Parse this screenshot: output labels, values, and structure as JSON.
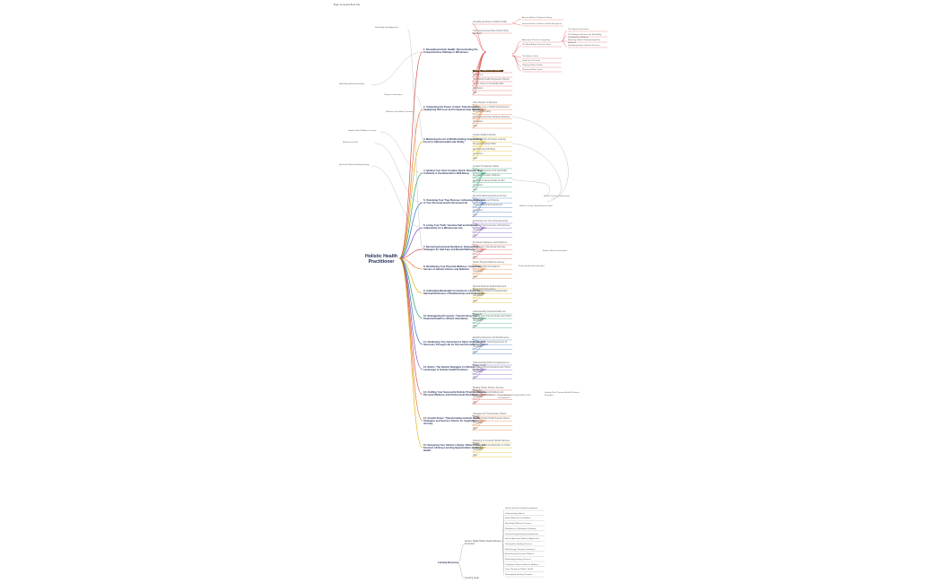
{
  "root": {
    "label": "Holistic Health Practitioner"
  },
  "colors": {
    "ch1": "#d9534f",
    "ch2": "#e8772e",
    "ch3": "#e0b41a",
    "ch4": "#2aa36b",
    "ch5": "#3a6fc4",
    "ch6": "#7b4fc4",
    "ch7": "#d9534f",
    "ch8": "#e8772e",
    "ch9": "#e0b41a",
    "ch10": "#2aa36b",
    "ch11": "#3a6fc4",
    "ch12": "#7b4fc4",
    "ch13": "#d9534f",
    "ch14": "#e8772e",
    "ch15": "#e0b41a",
    "grey": "#aaaaaa",
    "root": "#1e2a55",
    "highlight": "#5a3a12"
  },
  "top_left": {
    "label": "Begin Generated Book Title"
  },
  "chapters": [
    {
      "label": "1. Revealing Holistic Health: Demonstrating the Comprehensive Pathway to Wholeness",
      "subs": [
        "Unveiling the Roots of Holistic Health",
        "The Interconnected Web of Mind, Body and Spirit",
        "Energy Healers Are Knowers",
        "Embrace It",
        "The Holistic Health Perspective Offering",
        "Set the Vision of Your Bodily Path",
        "Conclusion",
        "Q&A"
      ]
    },
    {
      "label": "2. Unleashing the Power of Inner Transformation: Awakening Self-Love and Compassionate Self-Care",
      "subs": [
        "Self-reflection on Wellness",
        "Finding a Love in Holistic Self-Nurturing Rituals",
        "Personal Journaling",
        "Embracing Self-Care Wellness Practices",
        "Conclusion",
        "Q&A"
      ]
    },
    {
      "label": "3. Mastering the Art of Mindful Eating: Empowering Food for Optimal Health and Vitality",
      "subs": [
        "Intuitive Mealtime Rituals",
        "Mindful Nutrition Principles Learning",
        "Recovering Eating Habits",
        "Reconnecting With Body",
        "Conclusion",
        "Q&A"
      ]
    },
    {
      "label": "4. Igniting Your Inner Creative Spark: Discover How Creativity is Fundamental to Well-Being",
      "subs": [
        "Creative Therapeutic Outlets",
        "The Interconnection of Art and Health",
        "Expressing Creative Wellness",
        "Exploring Thinking Outside the Box",
        "Conclusion",
        "Q&A"
      ]
    },
    {
      "label": "5. Unlocking Your True Purpose: Achieving Alignment in Your Personal and Professional Life",
      "subs": [
        "Personal Meaning Exploring Journey",
        "Aligning Values and Purpose",
        "Holistic Vocational Development",
        "Conclusion",
        "Q&A"
      ]
    },
    {
      "label": "6. Living Your Truth: Genuine Self and Embrace Authenticity for a Wholesome Life",
      "subs": [
        "Embracing Your True Personal Identity",
        "Authentic Self Connection with Wellness",
        "Conclusion",
        "Q&A"
      ]
    },
    {
      "label": "7. Restoring Emotional Resilience: Empowering Strategies for Self-Care and Mental Wellness",
      "subs": [
        "Emotional Intelligence and Resilience",
        "The Practice of Emotional Self-Care",
        "Conclusion",
        "Q&A"
      ]
    },
    {
      "label": "8. Revitalizing Your Physical Wellness: Unlock the Secrets of Holistic Fitness and Nutrition",
      "subs": [
        "Holistic Physical Wellness Journey",
        "Holistic Nutrition Foundations",
        "Conclusion",
        "Q&A"
      ]
    },
    {
      "label": "9. Cultivating Meaningful Connections: Unveil the Spiritual Dimension of Relationships and Community",
      "subs": [
        "Spiritual Wellness Relationships and Community Connections",
        "The Spiritual Aspects of Relationships",
        "Conclusion",
        "Q&A"
      ]
    },
    {
      "label": "10. Reimagining Prosperity: Transforming Your Financial Health to Holistic Abundance",
      "subs": [
        "Understanding Financial Health and Prosperity",
        "Aligning Your Financial Health and Holistic Abundance",
        "Conclusion",
        "Q&A"
      ]
    },
    {
      "label": "11. Awakening Your Adventurous Spirit: Embrace Self-Discovery Through Life for Personal Growth",
      "subs": [
        "Exploring Adventure and Self-Discovery",
        "Engaging New Travel Experiences for Personal Growth",
        "Conclusion",
        "Q&A"
      ]
    },
    {
      "label": "12. Ethics: The Holistic Navigator for Ethical Landscape of Holistic Health Practices",
      "subs": [
        "Understanding Ethical Considerations in Holistic Health",
        "Navigating Ethical Standards and Holistic Practices",
        "Conclusion",
        "Q&A"
      ]
    },
    {
      "label": "13. Crafting Your Successful Holistic Practice: Balance Personal Wellness and Professional Excellence",
      "subs": [
        "Building Holistic Practice Success Strategies",
        "Balancing Personal Wellness and Professional Excellence",
        "Conclusion",
        "Q&A"
      ]
    },
    {
      "label": "14. Growth Power: Transformative Holistic Health Strategies and Success Stories for Inspiration Journey",
      "subs": [
        "Strategies for Transformative Holistic Growth",
        "Inspiring Holistic Health Success Stories Journeys",
        "Conclusion",
        "Q&A"
      ]
    },
    {
      "label": "15. Designing Your Holistic Lifeway: Reflect, Plan, and Envision Lifelong Learning Opportunities in Holistic Health",
      "subs": [
        "Reflecting on Personal Holistic Wellness Growth",
        "Planning Continuing Education in Holistic Health",
        "Conclusion",
        "Q&A"
      ]
    }
  ],
  "ch1_leaves": {
    "roots": [
      "Ancient Holistic Traditions Healing",
      "Historical Roots of Holistic Health Emergence"
    ],
    "web": [
      "Alternative Practices Integrating",
      "The Mind-Body Connection Spirit",
      "The Spiritual Dimension",
      "The Biology of Emotion the Mind-Body Connection to Wellness",
      "Exploring Holistic Healing Integration Explored",
      "Identifying Holistic Spiritual Practices"
    ],
    "vision": [
      "The Holistic Vision",
      "Health for Life Vision",
      "Defining Holistic Health",
      "Planning Holistic Goals"
    ]
  },
  "side_labels": [
    {
      "label": "Mind Body Mind and Healing"
    },
    {
      "label": "Chapter Connections"
    },
    {
      "label": "Wellness and Holistic Practices"
    },
    {
      "label": "Healing Tools Wellness Lessons"
    },
    {
      "label": "Nutrition and Diet"
    },
    {
      "label": "Spirit and Physical Healing Energy"
    },
    {
      "label": "Mind Body Spirit Approach"
    }
  ],
  "side_notes": [
    {
      "label": "Holistic Practices Understood"
    },
    {
      "label": "Wellness Trinity: Mind Body and Spirit"
    },
    {
      "label": "Explore Holistic Intervention"
    },
    {
      "label": "Professional Health Strengths"
    },
    {
      "label": "Healing Path: Personal Health Practices Strategies"
    },
    {
      "label": "Personalization Through Holistic Path Development"
    }
  ],
  "bottom": {
    "label": "Learning Resources",
    "sub1": "Section: Digital Holistic Health Wellness Curriculum",
    "sub2": "Teaching Guide",
    "items": [
      "Holistic Nutrition Healing Foundations",
      "Understanding Holism",
      "Herbal Medicine Foundations",
      "Mind Body Wellness Practices",
      "Mindfulness & Meditation Pathways",
      "Chakra Energy Healing Fundamentals",
      "Holistic Ayurveda Wellness Approaches",
      "Naturopathic Healing Practices",
      "Reiki Energy Therapy Foundations",
      "Aromatherapy Essential Wellness",
      "Reflexology Healing Practices",
      "Traditional Chinese Wellness Medicine",
      "Yoga Therapy for Holistic Health",
      "Homeopathy Healing Principles"
    ]
  }
}
